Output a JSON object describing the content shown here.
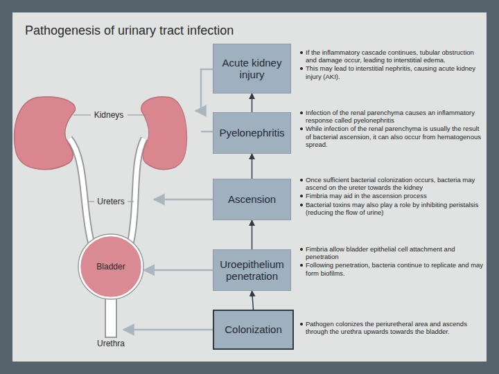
{
  "diagram": {
    "title": "Pathogenesis of urinary tract infection",
    "nodes": [
      {
        "text": [
          "Acute kidney injury"
        ]
      },
      {
        "text": [
          "Pyelonephritis"
        ]
      },
      {
        "text": [
          "Ascension"
        ]
      },
      {
        "text": [
          "Uroepithelium penetration"
        ]
      },
      {
        "text": [
          "Colonization"
        ]
      },
      {
        "text": [
          "Bladder"
        ]
      }
    ],
    "edges": [
      {
        "from": 4,
        "to": 3,
        "arrow": "to"
      },
      {
        "from": 3,
        "to": 2,
        "arrow": "to"
      },
      {
        "from": 2,
        "to": 1,
        "arrow": "to"
      },
      {
        "from": 1,
        "to": 0,
        "arrow": "to"
      },
      {
        "from": 3,
        "to": 5,
        "arrow": "to"
      }
    ],
    "labels": [
      "Kidneys",
      "Ureters",
      "Urethra",
      "If the inflammatory cascade continues, tubular obstruction and damage occur, leading to interstitial edema.",
      "This may lead to interstitial nephritis, causing acute kidney injury (AKI).",
      "Infection of the renal parenchyma causes an inflammatory response called pyelonephritis",
      "While infection of the renal parenchyma is usually the result of bacterial ascension, it can also occur from hematogenous spread.",
      "Once sufficient bacterial colonization occurs, bacteria may ascend on the ureter towards the kidney",
      "Fimbria may aid in the ascension process",
      "Bacterial toxins may also play a role by inhibiting peristalsis (reducing the flow of urine)",
      "Fimbria allow bladder epithelial cell attachment and penetration",
      "Following penetration, bacteria continue to replicate and may form biofilms.",
      "Pathogen colonizes the periuretheral area and ascends through the urethra upwards towards the bladder."
    ]
  }
}
